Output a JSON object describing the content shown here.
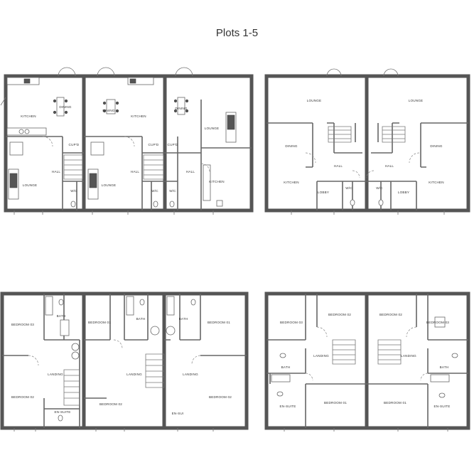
{
  "title": "Plots 1-5",
  "labels": {
    "kitchen": "KITCHEN",
    "dining": "DINING",
    "lounge": "LOUNGE",
    "hall": "HALL",
    "wc": "W/C",
    "cupd": "CUP'D",
    "lobby": "LOBBY",
    "landing": "LANDING",
    "bath": "BATH",
    "ensuite": "EN-SUITE",
    "ensuite_short": "EN-SUI",
    "bedroom1": "BEDROOM 01",
    "bedroom2": "BEDROOM 02",
    "bedroom3": "BEDROOM 03"
  }
}
